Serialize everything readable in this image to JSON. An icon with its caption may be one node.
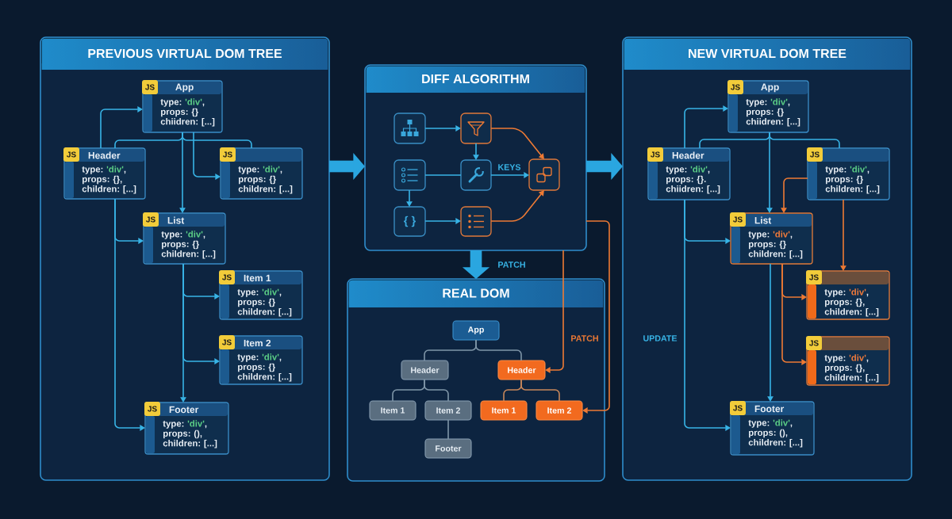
{
  "diagram": {
    "nodes": [
      {
        "text": [
          "PREVIOUS VIRTUAL DOM TREE"
        ]
      },
      {
        "text": [
          "JS",
          "App",
          "type: 'div', props: {} chiidren: [...]"
        ],
        "in": 0
      },
      {
        "text": [
          "JS",
          "Header",
          "type: 'div', props: {}, children: [...]"
        ],
        "in": 0
      },
      {
        "text": [
          "JS",
          "type: 'div', props: {} children: [...]"
        ],
        "in": 0
      },
      {
        "text": [
          "JS",
          "List",
          "type: 'div', props: {} children: [...]"
        ],
        "in": 0
      },
      {
        "text": [
          "JS",
          "Item 1",
          "type: 'div', props: {} children: [...]"
        ],
        "in": 0
      },
      {
        "text": [
          "JS",
          "Item 2",
          "type: 'div', props: {} children: [...]"
        ],
        "in": 0
      },
      {
        "text": [
          "JS",
          "Footer",
          "type: 'div', props: (), children: [...]"
        ],
        "in": 0
      },
      {
        "text": [
          "DIFF ALGORITHM"
        ]
      },
      {
        "text": [],
        "shape": "box",
        "in": 8
      },
      {
        "text": [],
        "shape": "box",
        "in": 8
      },
      {
        "text": [],
        "shape": "box",
        "in": 8
      },
      {
        "text": [],
        "shape": "box",
        "in": 8
      },
      {
        "text": [],
        "shape": "box",
        "in": 8
      },
      {
        "text": [
          "{ }"
        ],
        "in": 8
      },
      {
        "text": [],
        "shape": "box",
        "in": 8
      },
      {
        "text": [
          "REAL DOM"
        ]
      },
      {
        "text": [
          "App"
        ],
        "in": 16
      },
      {
        "text": [
          "Header"
        ],
        "in": 16
      },
      {
        "text": [
          "Header"
        ],
        "in": 16
      },
      {
        "text": [
          "Item 1"
        ],
        "in": 16
      },
      {
        "text": [
          "Item 2"
        ],
        "in": 16
      },
      {
        "text": [
          "Item 1"
        ],
        "in": 16
      },
      {
        "text": [
          "Item 2"
        ],
        "in": 16
      },
      {
        "text": [
          "Footer"
        ],
        "in": 16
      },
      {
        "text": [
          "NEW VIRTUAL DOM TREE"
        ]
      },
      {
        "text": [
          "JS",
          "App",
          "type: 'div', props: {} chiidren: [...]"
        ],
        "in": 25
      },
      {
        "text": [
          "JS",
          "Header",
          "type: 'div', props: {}. chiidren: [...]"
        ],
        "in": 25
      },
      {
        "text": [
          "JS",
          "type: 'div', props: {} children: [...]"
        ],
        "in": 25
      },
      {
        "text": [
          "JS",
          "List",
          "type: 'div', props: {} children: [...]"
        ],
        "in": 25
      },
      {
        "text": [
          "JS",
          "type: 'div', props: {}, children: [...]"
        ],
        "in": 25
      },
      {
        "text": [
          "JS",
          "type: 'div', props: {}, children: [...]"
        ],
        "in": 25
      },
      {
        "text": [
          "JS",
          "Footer",
          "type: 'div', props: (), children: [...]"
        ],
        "in": 25
      }
    ],
    "edges": [
      {
        "from": 2,
        "to": 1,
        "arrow": "to"
      },
      {
        "from": 1,
        "to": 2,
        "arrow": "none"
      },
      {
        "from": 1,
        "to": 3,
        "arrow": "none"
      },
      {
        "from": 1,
        "to": 4,
        "arrow": "to"
      },
      {
        "from": 1,
        "to": 3,
        "arrow": "to"
      },
      {
        "from": 2,
        "to": 4,
        "arrow": "to"
      },
      {
        "from": 2,
        "to": 7,
        "arrow": "to"
      },
      {
        "from": 4,
        "to": 5,
        "arrow": "to"
      },
      {
        "from": 4,
        "to": 6,
        "arrow": "to"
      },
      {
        "from": 4,
        "to": 7,
        "arrow": "to"
      },
      {
        "from": 0,
        "to": 8,
        "arrow": "to",
        "style": "thick"
      },
      {
        "from": 8,
        "to": 25,
        "arrow": "to",
        "style": "thick"
      },
      {
        "from": 8,
        "to": 16,
        "arrow": "to",
        "style": "thick",
        "label": "PATCH"
      },
      {
        "from": 9,
        "to": 10,
        "arrow": "to"
      },
      {
        "from": 10,
        "to": 12,
        "arrow": "to"
      },
      {
        "from": 10,
        "to": 13,
        "arrow": "to",
        "color": "#ee7a34"
      },
      {
        "from": 11,
        "to": 12,
        "arrow": "none"
      },
      {
        "from": 11,
        "to": 14,
        "arrow": "to"
      },
      {
        "from": 12,
        "to": 13,
        "arrow": "to",
        "label": "KEYS"
      },
      {
        "from": 14,
        "to": 15,
        "arrow": "to"
      },
      {
        "from": 15,
        "to": 13,
        "arrow": "to",
        "color": "#ee7a34"
      },
      {
        "from": 8,
        "to": 19,
        "arrow": "to",
        "color": "#ee7a34",
        "label": "PATCH"
      },
      {
        "from": 8,
        "to": 23,
        "arrow": "to",
        "color": "#ee7a34"
      },
      {
        "from": 17,
        "to": 18,
        "arrow": "none",
        "color": "#7f96a8"
      },
      {
        "from": 17,
        "to": 19,
        "arrow": "none",
        "color": "#7f96a8"
      },
      {
        "from": 18,
        "to": 20,
        "arrow": "none",
        "color": "#7f96a8"
      },
      {
        "from": 18,
        "to": 21,
        "arrow": "none",
        "color": "#7f96a8"
      },
      {
        "from": 21,
        "to": 24,
        "arrow": "none",
        "color": "#7f96a8"
      },
      {
        "from": 19,
        "to": 22,
        "arrow": "none",
        "color": "#c8875a"
      },
      {
        "from": 19,
        "to": 23,
        "arrow": "none",
        "color": "#c8875a"
      },
      {
        "from": 27,
        "to": 26,
        "arrow": "to"
      },
      {
        "from": 26,
        "to": 27,
        "arrow": "none"
      },
      {
        "from": 26,
        "to": 28,
        "arrow": "none"
      },
      {
        "from": 26,
        "to": 29,
        "arrow": "to"
      },
      {
        "from": 28,
        "to": 29,
        "arrow": "to",
        "color": "#ee7a34"
      },
      {
        "from": 28,
        "to": 30,
        "arrow": "to",
        "color": "#ee7a34"
      },
      {
        "from": 27,
        "to": 29,
        "arrow": "to"
      },
      {
        "from": 27,
        "to": 32,
        "arrow": "to",
        "label": "UPDATE"
      },
      {
        "from": 29,
        "to": 30,
        "arrow": "to",
        "color": "#ee7a34"
      },
      {
        "from": 29,
        "to": 31,
        "arrow": "to",
        "color": "#ee7a34"
      },
      {
        "from": 29,
        "to": 32,
        "arrow": "to"
      }
    ]
  }
}
